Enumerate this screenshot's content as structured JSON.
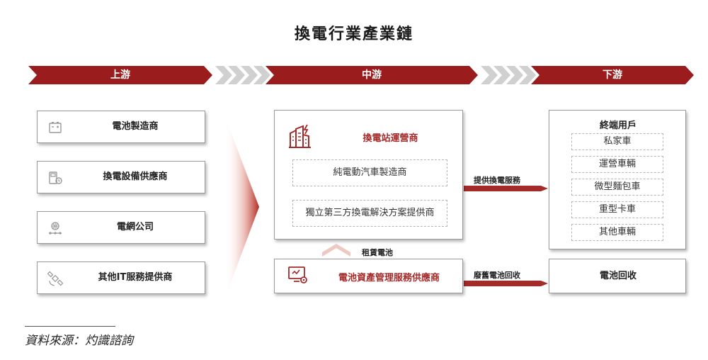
{
  "title": "換電行業產業鏈",
  "stages": {
    "upstream": "上游",
    "midstream": "中游",
    "downstream": "下游"
  },
  "upstream": [
    {
      "label": "電池製造商",
      "icon": "battery-icon"
    },
    {
      "label": "換電設備供應商",
      "icon": "charging-station-icon"
    },
    {
      "label": "電網公司",
      "icon": "grid-network-icon"
    },
    {
      "label": "其他IT服務提供商",
      "icon": "satellite-icon"
    }
  ],
  "midstream": {
    "operator_title": "換電站運營商",
    "operator_items": [
      "純電動汽車製造商",
      "獨立第三方換電解決方案提供商"
    ],
    "asset_manager": "電池資產管理服務供應商",
    "lease_label": "租賃電池"
  },
  "flows": {
    "swap_service": "提供換電服務",
    "recycle_flow": "廢舊電池回收"
  },
  "downstream": {
    "end_user_title": "終端用戶",
    "end_users": [
      "私家車",
      "運營車輛",
      "微型麵包車",
      "重型卡車",
      "其他車輛"
    ],
    "recycling": "電池回收"
  },
  "source": "資料來源：灼識諮詢",
  "colors": {
    "accent": "#a52a2a",
    "dark_red": "#8b1a1a"
  }
}
